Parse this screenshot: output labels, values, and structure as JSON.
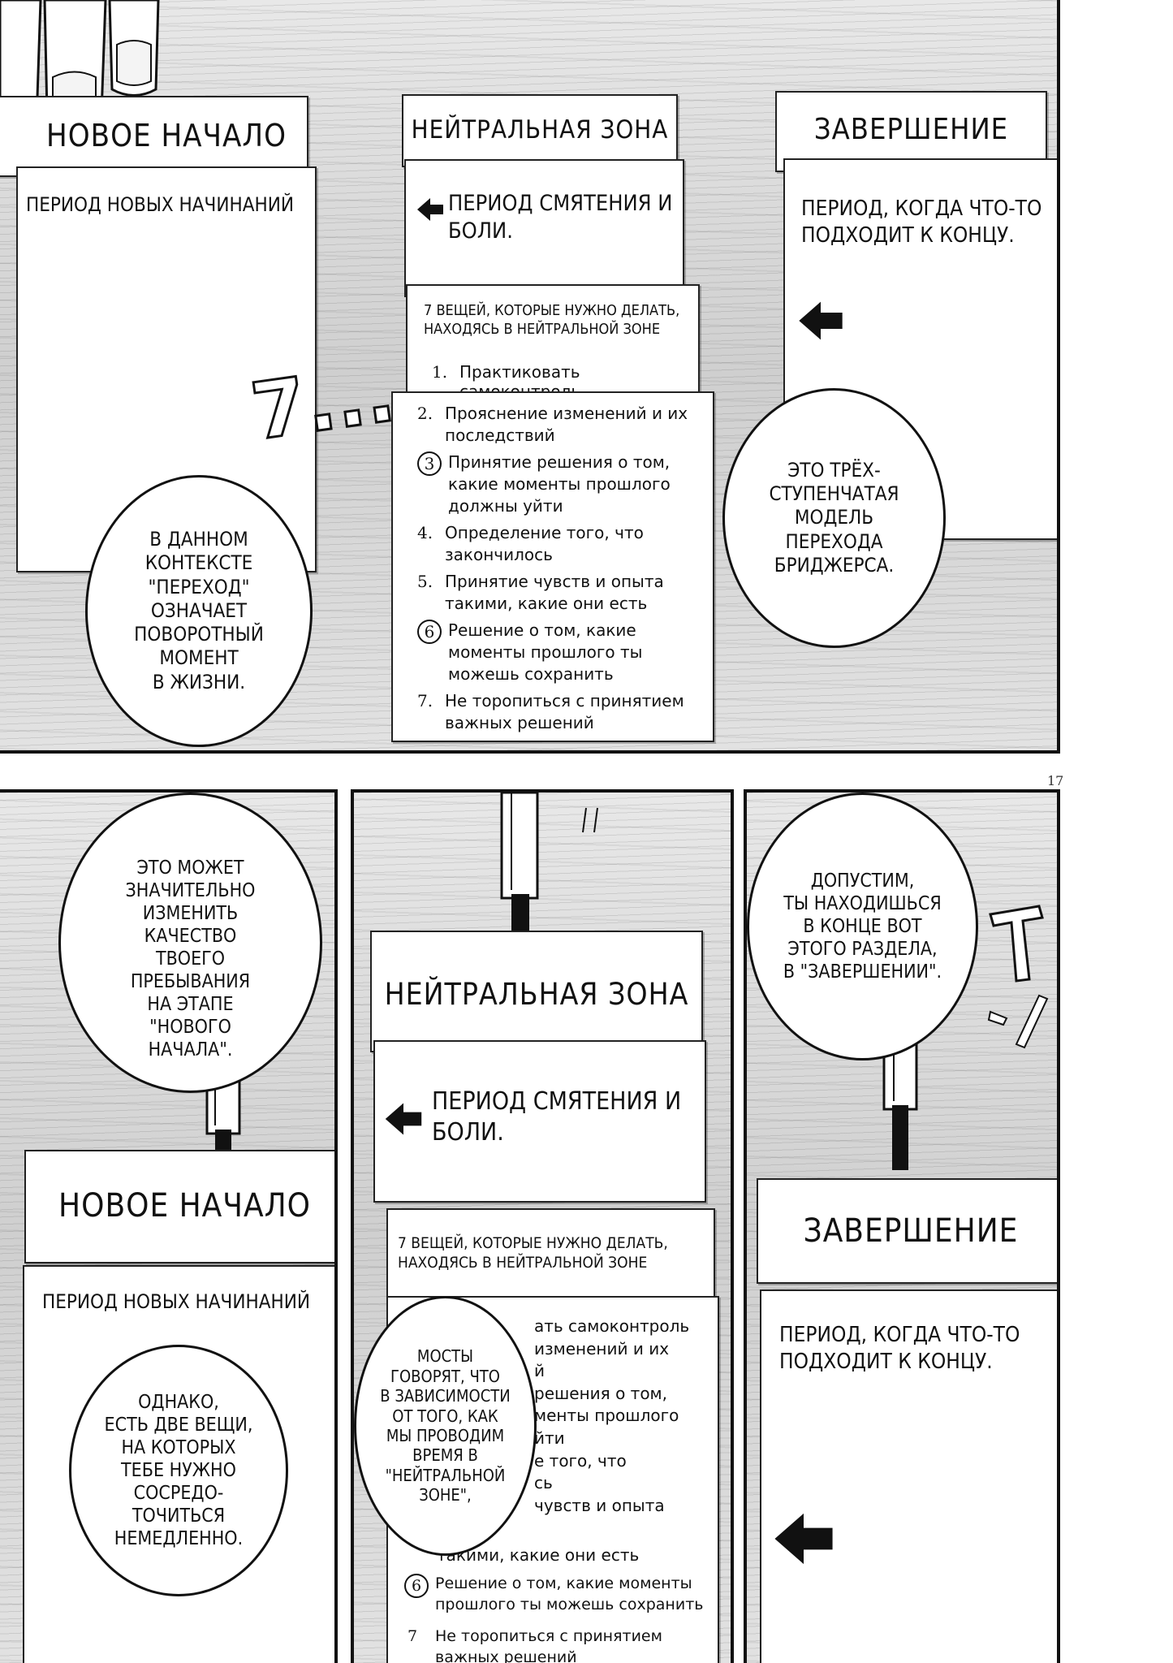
{
  "page_number": "17",
  "top_panel": {
    "card_new_beginning": {
      "title": "НОВОЕ НАЧАЛО",
      "text": "ПЕРИОД НОВЫХ НАЧИНАНИЙ"
    },
    "card_neutral_zone": {
      "title": "НЕЙТРАЛЬНАЯ ЗОНА",
      "text": "ПЕРИОД СМЯТЕНИЯ И БОЛИ."
    },
    "card_ending": {
      "title": "ЗАВЕРШЕНИЕ",
      "text": "ПЕРИОД, КОГДА ЧТО-ТО ПОДХОДИТ К КОНЦУ."
    },
    "list_card": {
      "heading": "7 ВЕЩЕЙ, КОТОРЫЕ НУЖНО ДЕЛАТЬ, НАХОДЯСЬ В НЕЙТРАЛЬНОЙ ЗОНЕ",
      "items": [
        {
          "n": "1.",
          "text": "Практиковать самоконтроль"
        },
        {
          "n": "2.",
          "text": "Прояснение изменений и их последствий"
        },
        {
          "n": "3",
          "text": "Принятие решения о том, какие моменты прошлого должны уйти"
        },
        {
          "n": "4.",
          "text": "Определение того, что закончилось"
        },
        {
          "n": "5.",
          "text": "Принятие чувств и опыта такими, какие они есть"
        },
        {
          "n": "6",
          "text": "Решение о том, какие моменты прошлого ты можешь сохранить"
        },
        {
          "n": "7.",
          "text": "Не торопиться с принятием важных решений"
        }
      ]
    },
    "sfx": "7...",
    "bubble_left": "В ДАННОМ\nКОНТЕКСТЕ\n\"ПЕРЕХОД\"\nОЗНАЧАЕТ\nПОВОРОТНЫЙ\nМОМЕНТ\nВ ЖИЗНИ.",
    "bubble_right": "ЭТО ТРЁХ-\nСТУПЕНЧАТАЯ\nМОДЕЛЬ\nПЕРЕХОДА\nБРИДЖЕРСА."
  },
  "bottom_left_panel": {
    "bubble_top": "ЭТО МОЖЕТ\nЗНАЧИТЕЛЬНО\nИЗМЕНИТЬ\nКАЧЕСТВО\nТВОЕГО\nПРЕБЫВАНИЯ\nНА ЭТАПЕ\n\"НОВОГО\nНАЧАЛА\".",
    "card_title": "НОВОЕ НАЧАЛО",
    "card_text": "ПЕРИОД НОВЫХ НАЧИНАНИЙ",
    "bubble_bottom": "ОДНАКО,\nЕСТЬ ДВЕ ВЕЩИ,\nНА КОТОРЫХ\nТЕБЕ НУЖНО\nСОСРЕДО-\nТОЧИТЬСЯ\nНЕМЕДЛЕННО."
  },
  "bottom_middle_panel": {
    "card_title": "НЕЙТРАЛЬНАЯ ЗОНА",
    "card_text": "ПЕРИОД СМЯТЕНИЯ И БОЛИ.",
    "list_heading": "7 ВЕЩЕЙ, КОТОРЫЕ НУЖНО ДЕЛАТЬ, НАХОДЯСЬ В НЕЙТРАЛЬНОЙ ЗОНЕ",
    "partial_lines": [
      "ать самоконтроль",
      "изменений и их",
      "й",
      "решения о том,",
      "менты прошлого",
      "йти",
      "е того, что",
      "сь",
      "чувств и опыта",
      "такими, какие они есть"
    ],
    "item_6_num": "6",
    "item_6_text": "Решение о том, какие моменты прошлого ты можешь сохранить",
    "item_7_num": "7",
    "item_7_text": "Не торопиться с принятием важных решений",
    "bubble": "МОСТЫ\nГОВОРЯТ, ЧТО\nВ ЗАВИСИМОСТИ\nОТ ТОГО, КАК\nМЫ ПРОВОДИМ\nВРЕМЯ В\n\"НЕЙТРАЛЬНОЙ\nЗОНЕ\","
  },
  "bottom_right_panel": {
    "bubble": "ДОПУСТИМ,\nТЫ НАХОДИШЬСЯ\nВ КОНЦЕ ВОТ\nЭТОГО РАЗДЕЛА,\nВ \"ЗАВЕРШЕНИИ\".",
    "card_title": "ЗАВЕРШЕНИЕ",
    "card_text": "ПЕРИОД, КОГДА ЧТО-ТО ПОДХОДИТ К КОНЦУ."
  }
}
